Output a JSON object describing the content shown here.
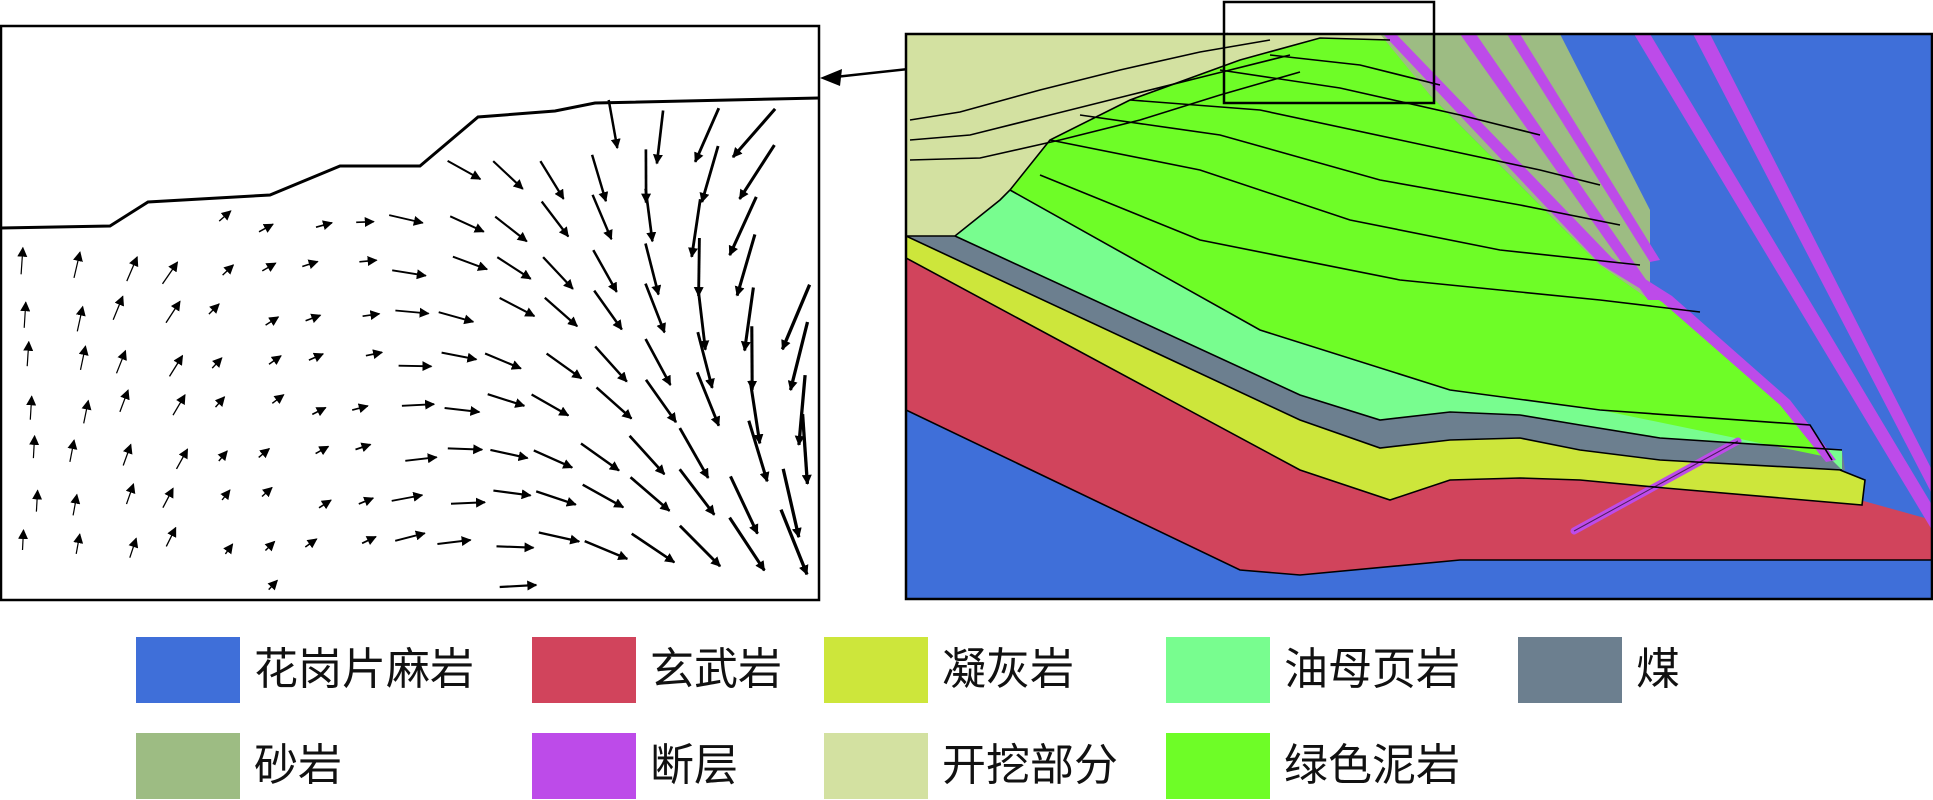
{
  "legend": {
    "items": [
      {
        "key": "granite_gneiss",
        "label": "花岗片麻岩",
        "color": "#3f6fd9"
      },
      {
        "key": "basalt",
        "label": "玄武岩",
        "color": "#d1445c"
      },
      {
        "key": "tuff",
        "label": "凝灰岩",
        "color": "#cde63b"
      },
      {
        "key": "oil_shale",
        "label": "油母页岩",
        "color": "#78fd8f"
      },
      {
        "key": "coal",
        "label": "煤",
        "color": "#6c7f8f"
      },
      {
        "key": "sandstone",
        "label": "砂岩",
        "color": "#9dbc83"
      },
      {
        "key": "fault",
        "label": "断层",
        "color": "#bd4be9"
      },
      {
        "key": "excavated",
        "label": "开挖部分",
        "color": "#d3e1a1"
      },
      {
        "key": "green_mudstone",
        "label": "绿色泥岩",
        "color": "#6efd27"
      }
    ]
  },
  "colors": {
    "outline": "#000000",
    "background": "#ffffff"
  }
}
